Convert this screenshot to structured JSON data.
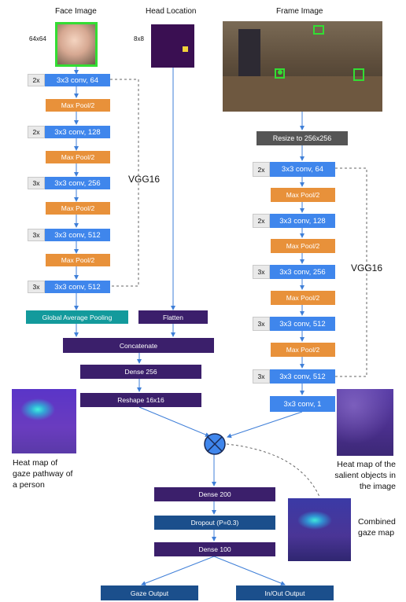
{
  "titles": {
    "face": "Face Image",
    "head": "Head Location",
    "frame": "Frame Image"
  },
  "face_size": "64x64",
  "head_size": "8x8",
  "resize": "Resize to 256x256",
  "vgg_label": "VGG16",
  "left_stack": [
    {
      "mult": "2x",
      "label": "3x3 conv, 64"
    },
    {
      "label": "Max Pool/2"
    },
    {
      "mult": "2x",
      "label": "3x3 conv, 128"
    },
    {
      "label": "Max Pool/2"
    },
    {
      "mult": "3x",
      "label": "3x3 conv, 256"
    },
    {
      "label": "Max Pool/2"
    },
    {
      "mult": "3x",
      "label": "3x3 conv, 512"
    },
    {
      "label": "Max Pool/2"
    },
    {
      "mult": "3x",
      "label": "3x3 conv, 512"
    }
  ],
  "right_stack": [
    {
      "mult": "2x",
      "label": "3x3 conv, 64"
    },
    {
      "label": "Max Pool/2"
    },
    {
      "mult": "2x",
      "label": "3x3 conv, 128"
    },
    {
      "label": "Max Pool/2"
    },
    {
      "mult": "3x",
      "label": "3x3 conv, 256"
    },
    {
      "label": "Max Pool/2"
    },
    {
      "mult": "3x",
      "label": "3x3 conv, 512"
    },
    {
      "label": "Max Pool/2"
    },
    {
      "mult": "3x",
      "label": "3x3 conv, 512"
    }
  ],
  "gap": "Global Average Pooling",
  "flatten": "Flatten",
  "concat": "Concatenate",
  "dense256": "Dense 256",
  "reshape": "Reshape 16x16",
  "conv1": "3x3 conv, 1",
  "dense200": "Dense 200",
  "dropout": "Dropout (P=0.3)",
  "dense100": "Dense 100",
  "gaze_out": "Gaze Output",
  "inout_out": "In/Out Output",
  "captions": {
    "left": [
      "Heat map of",
      "gaze pathway of",
      "a person"
    ],
    "right": [
      "Heat map of the",
      "salient objects in",
      "the image"
    ],
    "combined": [
      "Combined",
      "gaze map"
    ]
  },
  "colors": {
    "conv": "#3f86ec",
    "pool": "#e8913a",
    "dark": "#3b1f6b",
    "teal": "#139a9c",
    "navy": "#1b4f8c"
  }
}
